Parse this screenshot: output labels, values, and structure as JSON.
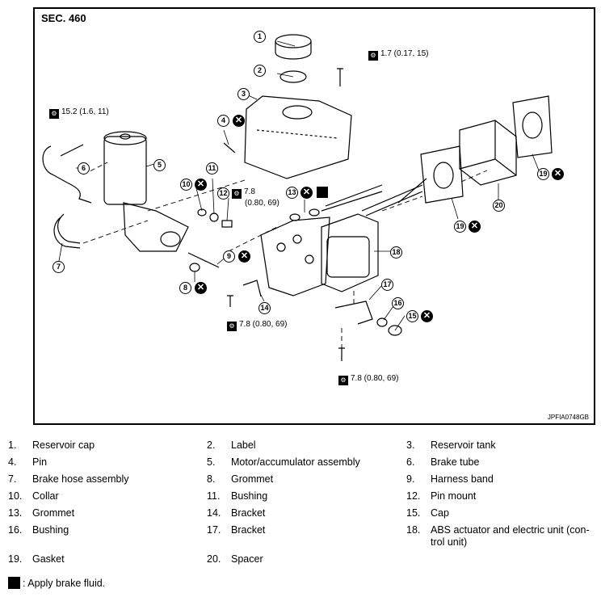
{
  "figure": {
    "section": "SEC. 460",
    "code": "JPFIA0748GB",
    "torques": [
      "15.2 (1.6, 11)",
      "1.7 (0.17, 15)",
      "7.8",
      "(0.80, 69)",
      "7.8 (0.80, 69)",
      "7.8 (0.80, 69)"
    ],
    "callouts": [
      "1",
      "2",
      "3",
      "4",
      "5",
      "6",
      "7",
      "8",
      "9",
      "10",
      "11",
      "12",
      "13",
      "14",
      "15",
      "16",
      "17",
      "18",
      "19",
      "19",
      "20"
    ]
  },
  "legend": [
    {
      "num": "1.",
      "text": "Reservoir cap"
    },
    {
      "num": "2.",
      "text": "Label"
    },
    {
      "num": "3.",
      "text": "Reservoir tank"
    },
    {
      "num": "4.",
      "text": "Pin"
    },
    {
      "num": "5.",
      "text": "Motor/accumulator assembly"
    },
    {
      "num": "6.",
      "text": "Brake tube"
    },
    {
      "num": "7.",
      "text": "Brake hose assembly"
    },
    {
      "num": "8.",
      "text": "Grommet"
    },
    {
      "num": "9.",
      "text": "Harness band"
    },
    {
      "num": "10.",
      "text": "Collar"
    },
    {
      "num": "11.",
      "text": "Bushing"
    },
    {
      "num": "12.",
      "text": "Pin mount"
    },
    {
      "num": "13.",
      "text": "Grommet"
    },
    {
      "num": "14.",
      "text": "Bracket"
    },
    {
      "num": "15.",
      "text": "Cap"
    },
    {
      "num": "16.",
      "text": "Bushing"
    },
    {
      "num": "17.",
      "text": "Bracket"
    },
    {
      "num": "18.",
      "text": "ABS actuator and electric unit (con-trol unit)"
    },
    {
      "num": "19.",
      "text": "Gasket"
    },
    {
      "num": "20.",
      "text": "Spacer"
    }
  ],
  "note": ": Apply brake fluid."
}
